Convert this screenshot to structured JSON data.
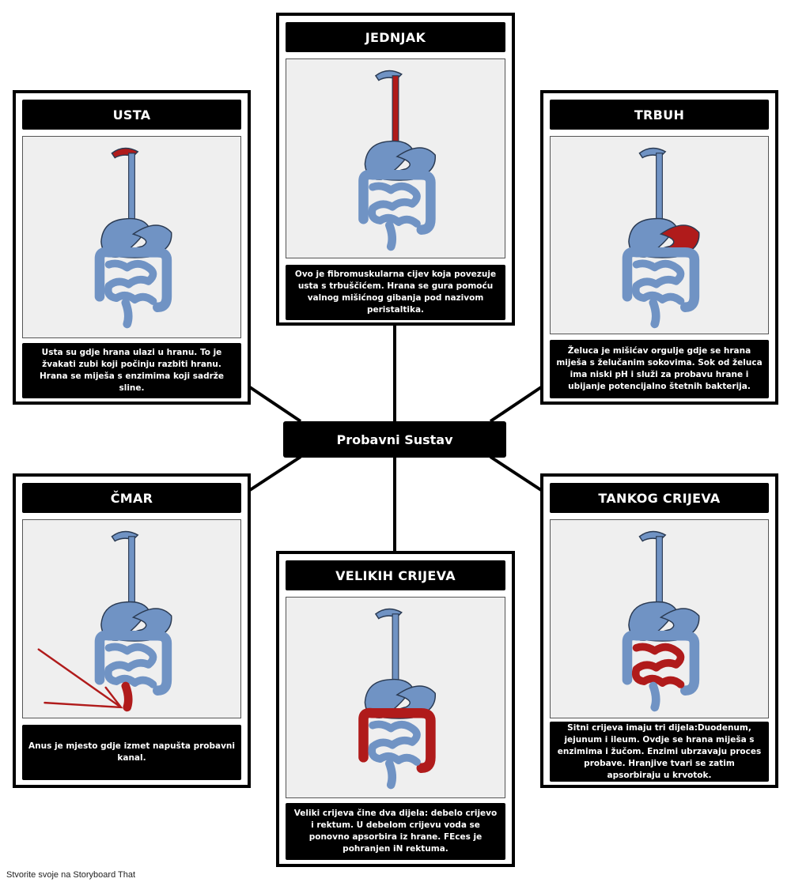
{
  "center": {
    "title": "Probavni Sustav"
  },
  "cards": {
    "usta": {
      "title": "USTA",
      "text": "Usta su gdje hrana ulazi u hranu. To je žvakati zubi koji počinju razbiti hranu. Hrana se miješa s enzimima koji sadrže sline.",
      "highlight": "mouth"
    },
    "jednjak": {
      "title": "JEDNJAK",
      "text": "Ovo je fibromuskularna cijev koja povezuje usta s trbuščićem. Hrana se gura pomoću valnog mišićnog gibanja pod nazivom peristaltika.",
      "highlight": "esophagus"
    },
    "trbuh": {
      "title": "TRBUH",
      "text": "Želuca je mišićav orgulje gdje se hrana miješa s želučanim sokovima. Sok od želuca ima niski pH i služi za probavu hrane i ubijanje potencijalno štetnih bakterija.",
      "highlight": "stomach"
    },
    "cmar": {
      "title": "ČMAR",
      "text": "Anus je mjesto gdje izmet napušta probavni kanal.",
      "highlight": "anus"
    },
    "velikih": {
      "title": "VELIKIH CRIJEVA",
      "text": "Veliki crijeva čine dva dijela: debelo crijevo i rektum. U debelom crijevu voda se ponovno apsorbira iz hrane. FEces je pohranjen iN rektuma.",
      "highlight": "large-intestine"
    },
    "tankog": {
      "title": "TANKOG CRIJEVA",
      "text": "Sitni crijeva imaju tri dijela:Duodenum, jejunum i ileum. Ovdje se hrana miješa s enzimima i žučom. Enzimi ubrzavaju proces probave. Hranjive tvari se zatim apsorbiraju u krvotok.",
      "highlight": "small-intestine"
    }
  },
  "colors": {
    "organ": "#7093c4",
    "highlight": "#b01b1b",
    "panel": "#000000",
    "image_bg": "#efefef"
  },
  "footer": {
    "text": "Stvorite svoje na Storyboard That"
  }
}
